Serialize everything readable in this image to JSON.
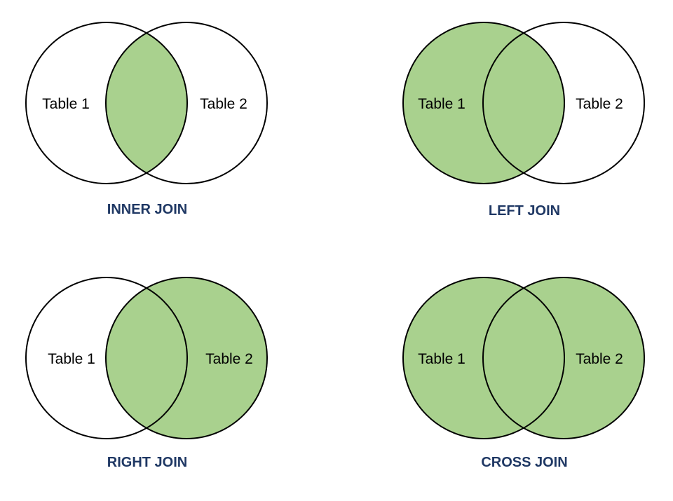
{
  "colors": {
    "fill": "#a9d18e",
    "stroke": "#000000",
    "caption": "#1f3864"
  },
  "diagrams": [
    {
      "id": "inner",
      "caption": "INNER JOIN",
      "left_label": "Table 1",
      "right_label": "Table 2",
      "shaded": "intersection"
    },
    {
      "id": "left",
      "caption": "LEFT JOIN",
      "left_label": "Table 1",
      "right_label": "Table 2",
      "shaded": "left"
    },
    {
      "id": "right",
      "caption": "RIGHT JOIN",
      "left_label": "Table 1",
      "right_label": "Table 2",
      "shaded": "right"
    },
    {
      "id": "cross",
      "caption": "CROSS JOIN",
      "left_label": "Table 1",
      "right_label": "Table 2",
      "shaded": "both"
    }
  ]
}
